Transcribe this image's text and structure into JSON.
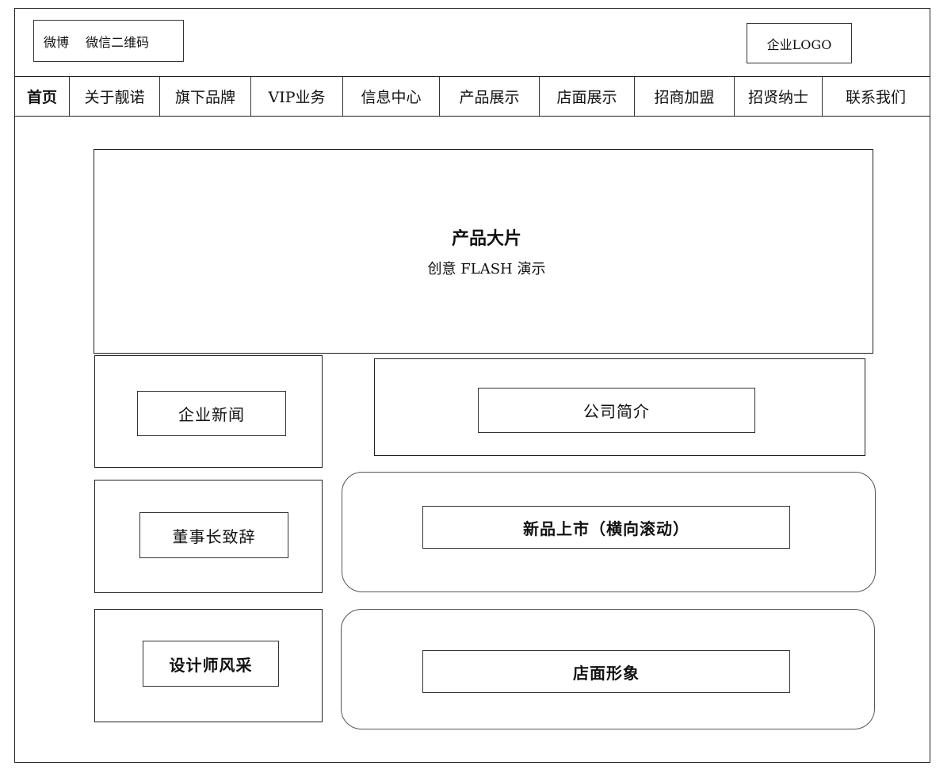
{
  "header": {
    "social_label": "微博　 微信二维码",
    "logo_label": "企业LOGO"
  },
  "nav": {
    "items": [
      {
        "label": "首页"
      },
      {
        "label": "关于靓诺"
      },
      {
        "label": "旗下品牌"
      },
      {
        "label": "VIP业务"
      },
      {
        "label": "信息中心"
      },
      {
        "label": "产品展示"
      },
      {
        "label": "店面展示"
      },
      {
        "label": "招商加盟"
      },
      {
        "label": "招贤纳士"
      },
      {
        "label": "联系我们"
      }
    ]
  },
  "banner": {
    "title": "产品大片",
    "subtitle": "创意 FLASH 演示"
  },
  "left_column": {
    "news": "企业新闻",
    "chairman": "董事长致辞",
    "designers": "设计师风采"
  },
  "right_column": {
    "about": "公司简介",
    "new_products": "新品上市（横向滚动）",
    "store_image": "店面形象"
  }
}
